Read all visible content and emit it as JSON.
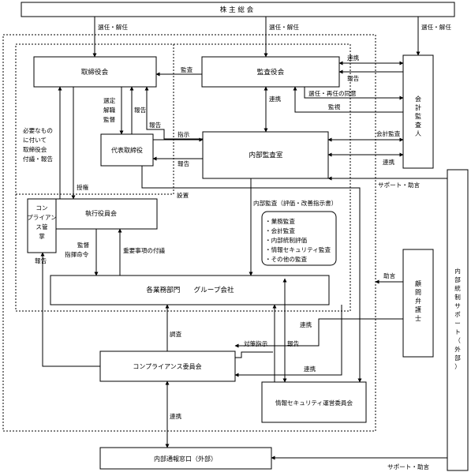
{
  "nodes": {
    "shareholders": "株 主 総 会",
    "board": "取締役会",
    "audit_board": "監査役会",
    "auditor": [
      "会",
      "計",
      "監",
      "査",
      "人"
    ],
    "representative": "代表取締役",
    "internal_audit_office": "内部監査室",
    "compliance_manager": [
      "コン",
      "プライアン",
      "ス管",
      "掌"
    ],
    "executive_committee": "執行役員会",
    "departments": "各業務部門　　グループ会社",
    "lawyer": [
      "顧",
      "問",
      "弁",
      "護",
      "士"
    ],
    "compliance_committee": "コンプライアンス委員会",
    "security_committee": "情報セキュリティ運営委員会",
    "hotline": "内部通報窓口（外部）",
    "internal_control_support": [
      "内",
      "部",
      "統",
      "制",
      "サ",
      "ポ",
      "ー",
      "ト",
      "（",
      "外",
      "部",
      "）"
    ]
  },
  "labels": {
    "elect_dismiss_1": "選任・解任",
    "elect_dismiss_2": "選任・解任",
    "elect_dismiss_3": "選任・解任",
    "audit": "監査",
    "cooperation_auditor": "連携",
    "report_to_audit_board": "報告",
    "reelection_consent": "選任・再任の同意",
    "supervision": "監視",
    "cooperation_audit_office": "連携",
    "appoint_dismiss_supervise": [
      "選定",
      "解職",
      "監督"
    ],
    "report_rep_board": "報告",
    "report_audit_office_board": "報告",
    "necessary_matters": [
      "必要なもの",
      "に付いて",
      "取締役会",
      "付議・報告"
    ],
    "instruction": "指示",
    "report_office_rep": "報告",
    "accounting_audit": "会計監査",
    "cooperation_office_auditor": "連携",
    "support_advice_1": "サポート・助言",
    "authority": "授権",
    "establish": "設置",
    "internal_audit_eval": "内部監査（評価・改善指示書）",
    "audit_items": [
      "・業務監査",
      "・会計監査",
      "・内部統制評価",
      "・情報セキュリティ監査",
      "・その他の監査"
    ],
    "supervise_direct": [
      "監督",
      "指揮命令"
    ],
    "important_matters": "重要事項の付議",
    "report_vertical": "報告",
    "advice": "助言",
    "investigation": "調査",
    "cooperation_lawyer": "連携",
    "countermeasure": "対策指示",
    "report_dept": "報告",
    "cooperation_security": "連携",
    "cooperation_hotline": "連携",
    "support_advice_2": "サポート・助言"
  }
}
